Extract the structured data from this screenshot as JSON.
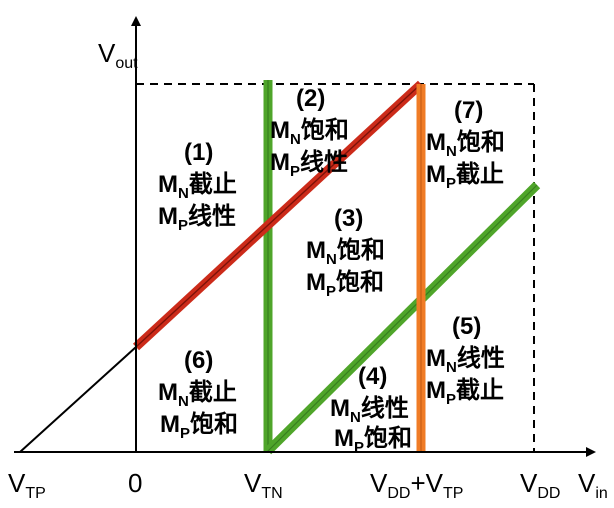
{
  "axes": {
    "y_label": {
      "main": "V",
      "sub": "out"
    },
    "x_label": {
      "main": "V",
      "sub": "in"
    },
    "ticks": [
      {
        "id": "vtp",
        "main": "V",
        "sub": "TP",
        "tail": ""
      },
      {
        "id": "zero",
        "main": "0",
        "sub": "",
        "tail": ""
      },
      {
        "id": "vtn",
        "main": "V",
        "sub": "TN",
        "tail": ""
      },
      {
        "id": "vdd-plus-vtp",
        "main": "V",
        "sub": "DD",
        "tail": "+V",
        "sub2": "TP"
      },
      {
        "id": "vdd",
        "main": "V",
        "sub": "DD",
        "tail": ""
      }
    ]
  },
  "regions": [
    {
      "id": "1",
      "number": "(1)",
      "line1": {
        "m": "M",
        "sub": "N",
        "text": "截止"
      },
      "line2": {
        "m": "M",
        "sub": "P",
        "text": "线性"
      }
    },
    {
      "id": "2",
      "number": "(2)",
      "line1": {
        "m": "M",
        "sub": "N",
        "text": "饱和"
      },
      "line2": {
        "m": "M",
        "sub": "P",
        "text": "线性"
      }
    },
    {
      "id": "3",
      "number": "(3)",
      "line1": {
        "m": "M",
        "sub": "N",
        "text": "饱和"
      },
      "line2": {
        "m": "M",
        "sub": "P",
        "text": "饱和"
      }
    },
    {
      "id": "4",
      "number": "(4)",
      "line1": {
        "m": "M",
        "sub": "N",
        "text": "线性"
      },
      "line2": {
        "m": "M",
        "sub": "P",
        "text": "饱和"
      }
    },
    {
      "id": "5",
      "number": "(5)",
      "line1": {
        "m": "M",
        "sub": "N",
        "text": "线性"
      },
      "line2": {
        "m": "M",
        "sub": "P",
        "text": "截止"
      }
    },
    {
      "id": "6",
      "number": "(6)",
      "line1": {
        "m": "M",
        "sub": "N",
        "text": "截止"
      },
      "line2": {
        "m": "M",
        "sub": "P",
        "text": "饱和"
      }
    },
    {
      "id": "7",
      "number": "(7)",
      "line1": {
        "m": "M",
        "sub": "N",
        "text": "饱和"
      },
      "line2": {
        "m": "M",
        "sub": "P",
        "text": "截止"
      }
    }
  ],
  "colors": {
    "red_line": "#cc2b1a",
    "green_line": "#4fa52a",
    "orange_line": "#f07c26",
    "axis": "#000000"
  }
}
